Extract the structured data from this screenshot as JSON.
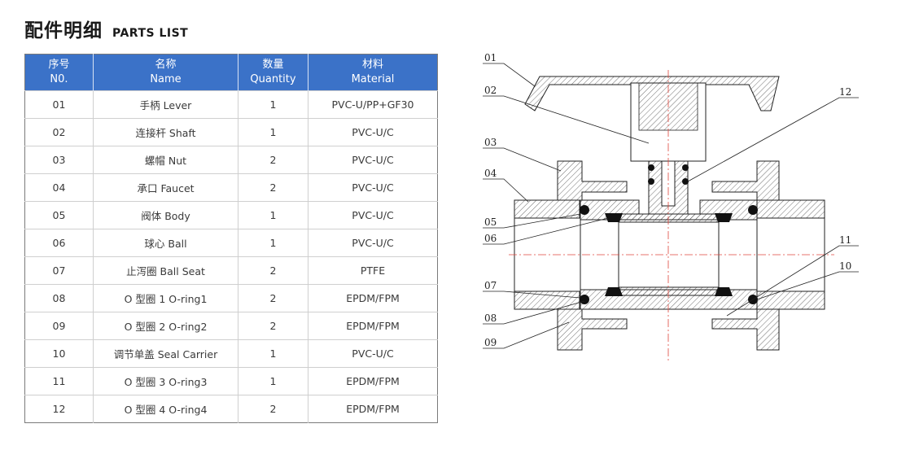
{
  "heading": {
    "title_cn": "配件明细",
    "title_en": "PARTS LIST"
  },
  "table": {
    "headers": [
      {
        "cn": "序号",
        "en": "N0."
      },
      {
        "cn": "名称",
        "en": "Name"
      },
      {
        "cn": "数量",
        "en": "Quantity"
      },
      {
        "cn": "材料",
        "en": "Material"
      }
    ],
    "rows": [
      {
        "no": "01",
        "name": "手柄 Lever",
        "qty": "1",
        "material": "PVC-U/PP+GF30"
      },
      {
        "no": "02",
        "name": "连接杆 Shaft",
        "qty": "1",
        "material": "PVC-U/C"
      },
      {
        "no": "03",
        "name": "螺帽 Nut",
        "qty": "2",
        "material": "PVC-U/C"
      },
      {
        "no": "04",
        "name": "承口 Faucet",
        "qty": "2",
        "material": "PVC-U/C"
      },
      {
        "no": "05",
        "name": "阀体 Body",
        "qty": "1",
        "material": "PVC-U/C"
      },
      {
        "no": "06",
        "name": "球心 Ball",
        "qty": "1",
        "material": "PVC-U/C"
      },
      {
        "no": "07",
        "name": "止泻圈 Ball Seat",
        "qty": "2",
        "material": "PTFE"
      },
      {
        "no": "08",
        "name": "O 型圈 1 O-ring1",
        "qty": "2",
        "material": "EPDM/FPM"
      },
      {
        "no": "09",
        "name": "O 型圈 2 O-ring2",
        "qty": "2",
        "material": "EPDM/FPM"
      },
      {
        "no": "10",
        "name": "调节单盖 Seal Carrier",
        "qty": "1",
        "material": "PVC-U/C"
      },
      {
        "no": "11",
        "name": "O 型圈 3 O-ring3",
        "qty": "1",
        "material": "EPDM/FPM"
      },
      {
        "no": "12",
        "name": "O 型圈 4 O-ring4",
        "qty": "2",
        "material": "EPDM/FPM"
      }
    ]
  },
  "drawing": {
    "labels": [
      "01",
      "02",
      "03",
      "04",
      "05",
      "06",
      "07",
      "08",
      "09",
      "10",
      "11",
      "12"
    ]
  }
}
